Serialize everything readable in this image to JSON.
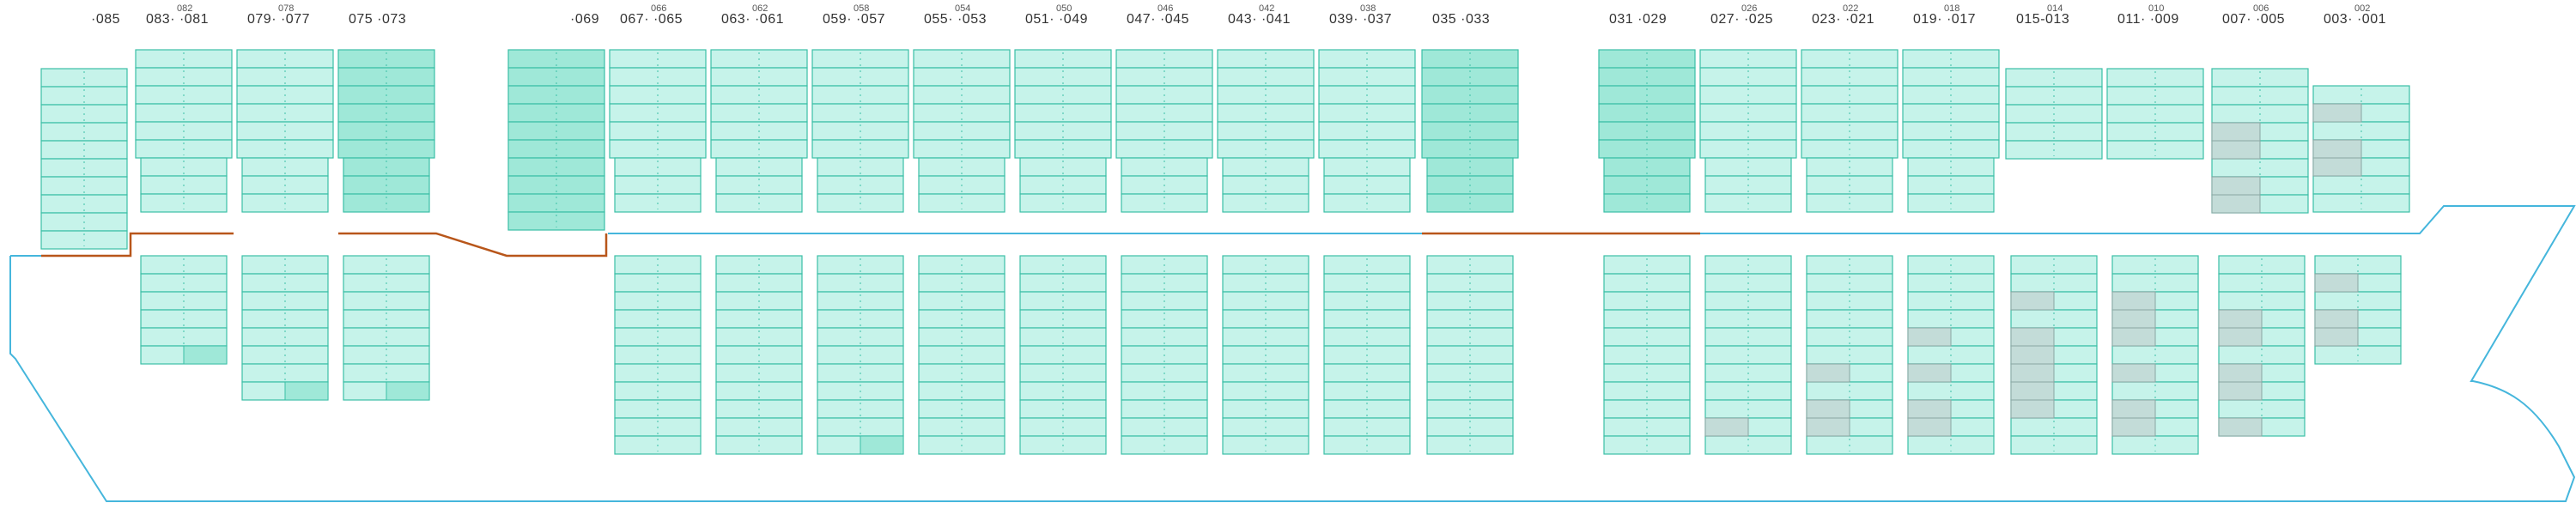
{
  "bays": [
    {
      "label": "·085",
      "sup": "",
      "deck": {
        "tiers": 10,
        "mark": ""
      },
      "hold": null
    },
    {
      "label": "083· ·081",
      "sup": "082",
      "deck": {
        "tiers": 6,
        "mark": ""
      },
      "hold": {
        "tiers": 6,
        "mark": "partial"
      }
    },
    {
      "label": "079· ·077",
      "sup": "078",
      "deck": {
        "tiers": 6,
        "mark": ""
      },
      "hold": {
        "tiers": 8,
        "mark": "partial"
      }
    },
    {
      "label": "075 ·073",
      "sup": "",
      "deck": {
        "tiers": 6,
        "mark": "full"
      },
      "hold": {
        "tiers": 8,
        "mark": "partial"
      }
    },
    {
      "label": "·069",
      "sup": "",
      "deck": {
        "tiers": 10,
        "mark": "full"
      },
      "hold": null
    },
    {
      "label": "067· ·065",
      "sup": "066",
      "deck": {
        "tiers": 6,
        "mark": ""
      },
      "hold": {
        "tiers": 11,
        "mark": ""
      }
    },
    {
      "label": "063· ·061",
      "sup": "062",
      "deck": {
        "tiers": 6,
        "mark": ""
      },
      "hold": {
        "tiers": 11,
        "mark": ""
      }
    },
    {
      "label": "059· ·057",
      "sup": "058",
      "deck": {
        "tiers": 6,
        "mark": ""
      },
      "hold": {
        "tiers": 11,
        "mark": "partial"
      }
    },
    {
      "label": "055· ·053",
      "sup": "054",
      "deck": {
        "tiers": 6,
        "mark": ""
      },
      "hold": {
        "tiers": 11,
        "mark": ""
      }
    },
    {
      "label": "051· ·049",
      "sup": "050",
      "deck": {
        "tiers": 6,
        "mark": ""
      },
      "hold": {
        "tiers": 11,
        "mark": ""
      }
    },
    {
      "label": "047· ·045",
      "sup": "046",
      "deck": {
        "tiers": 6,
        "mark": ""
      },
      "hold": {
        "tiers": 11,
        "mark": ""
      }
    },
    {
      "label": "043· ·041",
      "sup": "042",
      "deck": {
        "tiers": 6,
        "mark": ""
      },
      "hold": {
        "tiers": 11,
        "mark": ""
      }
    },
    {
      "label": "039· ·037",
      "sup": "038",
      "deck": {
        "tiers": 6,
        "mark": ""
      },
      "hold": {
        "tiers": 11,
        "mark": ""
      }
    },
    {
      "label": "035 ·033",
      "sup": "",
      "deck": {
        "tiers": 6,
        "mark": "full"
      },
      "hold": {
        "tiers": 11,
        "mark": ""
      }
    },
    {
      "label": "031 ·029",
      "sup": "",
      "deck": {
        "tiers": 6,
        "mark": "full"
      },
      "hold": {
        "tiers": 11,
        "mark": ""
      }
    },
    {
      "label": "027· ·025",
      "sup": "026",
      "deck": {
        "tiers": 6,
        "mark": ""
      },
      "hold": {
        "tiers": 11,
        "mark": "grey"
      }
    },
    {
      "label": "023· ·021",
      "sup": "022",
      "deck": {
        "tiers": 6,
        "mark": ""
      },
      "hold": {
        "tiers": 11,
        "mark": "grey"
      }
    },
    {
      "label": "019· ·017",
      "sup": "018",
      "deck": {
        "tiers": 6,
        "mark": ""
      },
      "hold": {
        "tiers": 11,
        "mark": "grey"
      }
    },
    {
      "label": "015-013",
      "sup": "014",
      "deck": {
        "tiers": 5,
        "mark": ""
      },
      "hold": {
        "tiers": 11,
        "mark": "grey"
      }
    },
    {
      "label": "011· ·009",
      "sup": "010",
      "deck": {
        "tiers": 5,
        "mark": ""
      },
      "hold": {
        "tiers": 11,
        "mark": "grey"
      }
    },
    {
      "label": "007· ·005",
      "sup": "006",
      "deck": {
        "tiers": 8,
        "mark": "grey"
      },
      "hold": {
        "tiers": 10,
        "mark": "grey"
      }
    },
    {
      "label": "003· ·001",
      "sup": "002",
      "deck": {
        "tiers": 7,
        "mark": "grey"
      },
      "hold": {
        "tiers": 6,
        "mark": "grey"
      }
    }
  ],
  "colors": {
    "cell_fill": "#c6f3ea",
    "cell_stroke": "#3bbfa6",
    "cell_fill_full": "#9fe8d8",
    "cell_grey": "#c3dcd8",
    "cell_grey_stroke": "#8aa6a2",
    "hull": "#45b6dc",
    "hatch": "#b8561a"
  }
}
